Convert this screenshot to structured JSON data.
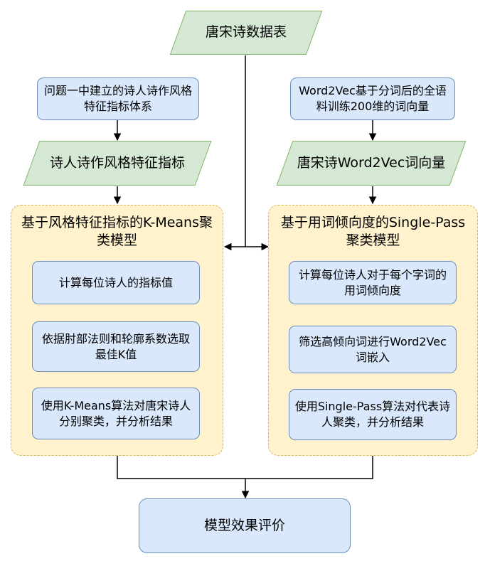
{
  "source": {
    "label": "唐宋诗数据表"
  },
  "left": {
    "input_box": "问题一中建立的诗人诗作风格特征指标体系",
    "data_label": "诗人诗作风格特征指标",
    "group_title": "基于风格特征指标的K-Means聚类模型",
    "steps": [
      "计算每位诗人的指标值",
      "依据肘部法则和轮廓系数选取最佳K值",
      "使用K-Means算法对唐宋诗人分别聚类，并分析结果"
    ]
  },
  "right": {
    "input_box": "Word2Vec基于分词后的全语料训练200维的词向量",
    "data_label": "唐宋诗Word2Vec词向量",
    "group_title": "基于用词倾向度的Single-Pass聚类模型",
    "steps": [
      "计算每位诗人对于每个字词的用词倾向度",
      "筛选高倾向词进行Word2Vec词嵌入",
      "使用Single-Pass算法对代表诗人聚类，并分析结果"
    ]
  },
  "result": {
    "label": "模型效果评价"
  },
  "colors": {
    "blue_fill": "#dae8fc",
    "blue_stroke": "#6c8ebf",
    "green_fill": "#d5e8d4",
    "green_stroke": "#82b366",
    "yellow_fill": "#fff2cc",
    "yellow_stroke": "#d6b656"
  }
}
